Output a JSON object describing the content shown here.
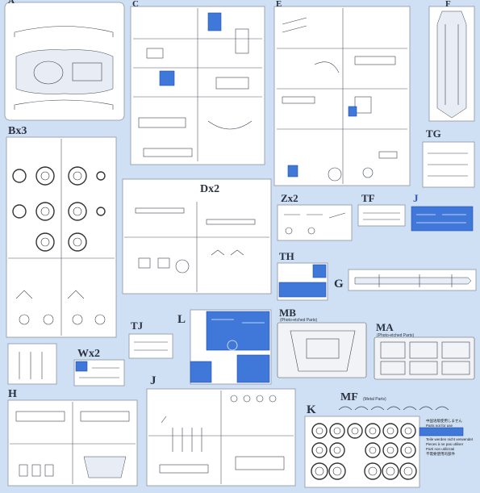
{
  "sprues": {
    "a": "A",
    "c": "C",
    "e": "E",
    "f": "F",
    "b": "Bx3",
    "d": "Dx2",
    "tg": "TG",
    "z": "Zx2",
    "tf": "TF",
    "j_small": "J",
    "th": "TH",
    "g": "G",
    "l": "L",
    "tj": "TJ",
    "w": "Wx2",
    "mb": "MB",
    "ma": "MA",
    "h": "H",
    "j": "J",
    "k": "K",
    "mf": "MF"
  },
  "subtitles": {
    "mb": "(Photo-etched Parts)",
    "ma": "(Photo-etched Parts)",
    "mf": "(Metal Parts)"
  },
  "notice": {
    "lines": [
      "中国语版使用しません",
      "Parts not for use",
      "Teile werden nicht verwendet",
      "Pieces à ne pas utiliser",
      "Parti non utilizzati",
      "不需要使用的部件"
    ]
  },
  "colors": {
    "background": "#cfe0f4",
    "highlight": "#3f78d8",
    "label": "#2a3140",
    "label_blue": "#2b57c9"
  }
}
